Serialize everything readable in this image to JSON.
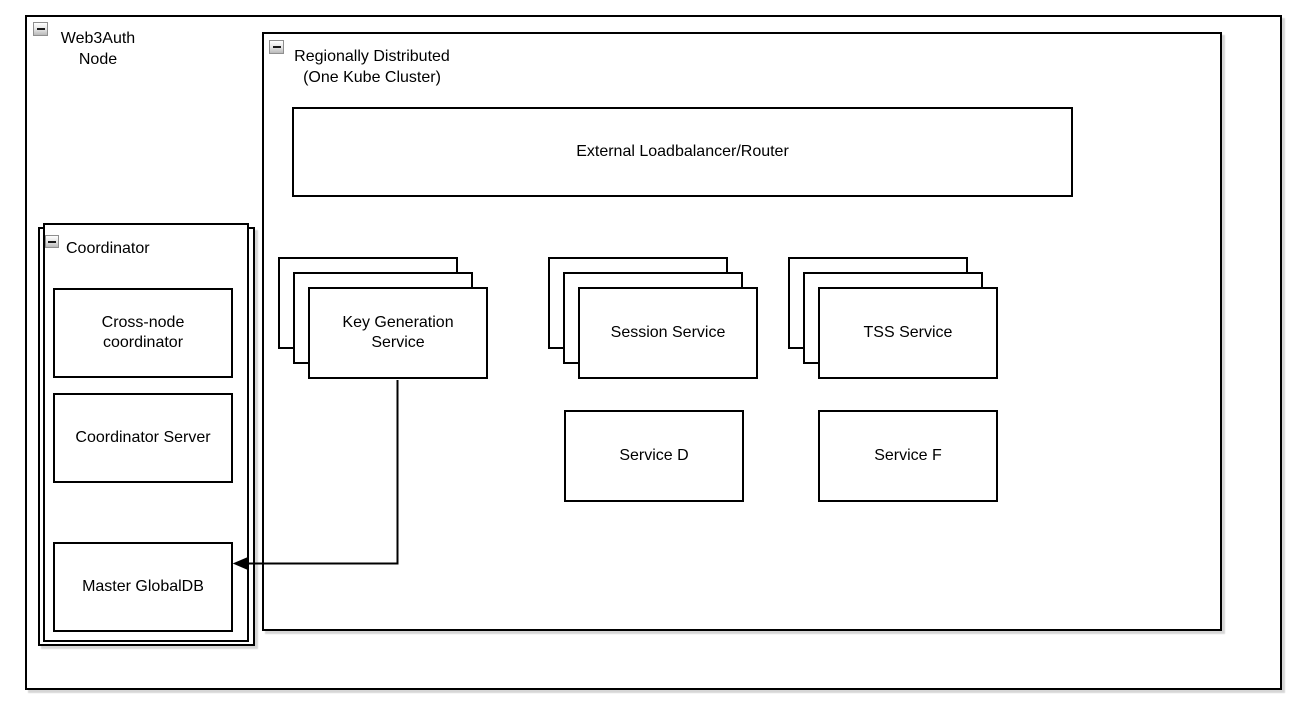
{
  "diagram": {
    "containers": {
      "web3auth_node": {
        "label": "Web3Auth\nNode",
        "collapse_icon": "minus-icon",
        "collapsed": false
      },
      "regionally_distributed": {
        "label": "Regionally Distributed\n(One Kube Cluster)",
        "collapse_icon": "minus-icon",
        "collapsed": false
      },
      "coordinator": {
        "label": "Coordinator",
        "collapse_icon": "minus-icon",
        "collapsed": false
      }
    },
    "boxes": {
      "external_loadbalancer": {
        "label": "External Loadbalancer/Router"
      },
      "key_generation_service": {
        "label": "Key Generation\nService",
        "stack_count": 3
      },
      "session_service": {
        "label": "Session Service",
        "stack_count": 3
      },
      "tss_service": {
        "label": "TSS Service",
        "stack_count": 3
      },
      "service_d": {
        "label": "Service D"
      },
      "service_f": {
        "label": "Service F"
      },
      "cross_node_coordinator": {
        "label": "Cross-node\ncoordinator"
      },
      "coordinator_server": {
        "label": "Coordinator Server"
      },
      "master_globaldb": {
        "label": "Master GlobalDB"
      }
    },
    "edges": [
      {
        "from": "key_generation_service",
        "to": "master_globaldb",
        "style": "orthogonal",
        "arrowhead": "filled-triangle-left"
      }
    ],
    "colors": {
      "border": "#000000",
      "fill": "#ffffff",
      "background": "#ffffff",
      "shadow": "#d9d9d9",
      "text": "#000000"
    }
  }
}
